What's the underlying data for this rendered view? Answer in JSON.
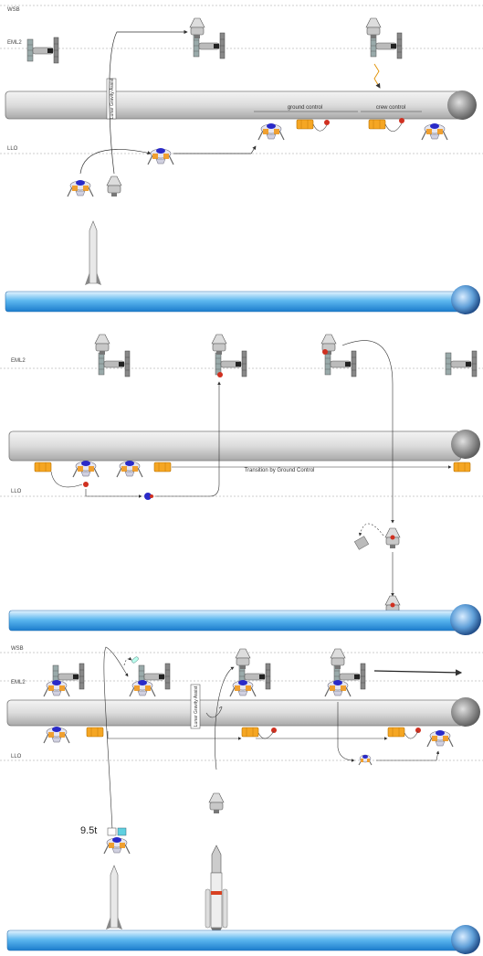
{
  "panels": [
    {
      "orbits": [
        "WSB",
        "EML2",
        "LLO"
      ],
      "gravity_assist_label": "Lunar Gravity Assist",
      "ground_control_label": "ground control",
      "crew_control_label": "crew control"
    },
    {
      "orbits": [
        "EML2",
        "LLO"
      ],
      "transition_label": "Transition by Ground Control"
    },
    {
      "orbits": [
        "WSB",
        "EML2",
        "LLO"
      ],
      "gravity_assist_label": "Lunar Gravity Assist",
      "payload_mass": "9.5t"
    }
  ],
  "colors": {
    "earth_bar": "#39a6e8",
    "moon_bar": "#d8d8d8",
    "lander": "#f0a030",
    "lander_accent": "#2a2ac8",
    "module": "#f5a623",
    "dot_red": "#d03020",
    "orbit_line": "#888888"
  },
  "icons": [
    "moon-icon",
    "earth-icon",
    "rocket-icon",
    "lander-icon",
    "capsule-icon",
    "station-icon",
    "module-icon",
    "astronaut-icon"
  ]
}
